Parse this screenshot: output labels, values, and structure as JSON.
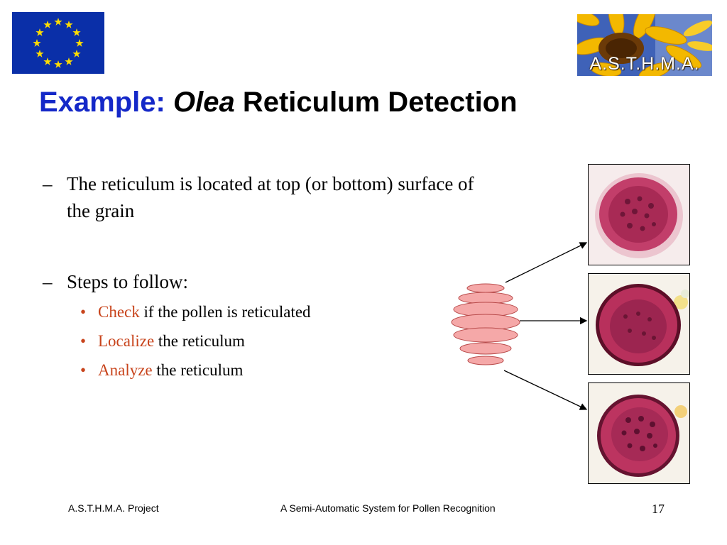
{
  "header": {
    "logo_text": "A.S.T.H.M.A."
  },
  "title": {
    "prefix": "Example:",
    "italic": "Olea",
    "rest": "Reticulum Detection"
  },
  "content": {
    "bullet1": {
      "marker": "–",
      "text": "The reticulum is located at top (or bottom) surface of the grain"
    },
    "bullet2": {
      "marker": "–",
      "text": "Steps to follow:"
    },
    "sub_items": [
      {
        "highlight": "Check",
        "rest": " if the pollen is reticulated"
      },
      {
        "highlight": "Localize",
        "rest": " the reticulum"
      },
      {
        "highlight": "Analyze",
        "rest": " the reticulum"
      }
    ],
    "sub_marker": "•"
  },
  "footer": {
    "left": "A.S.T.H.M.A. Project",
    "center": "A Semi-Automatic System for Pollen Recognition",
    "page": "17"
  },
  "colors": {
    "title_blue": "#1428c8",
    "highlight_red": "#c8441c",
    "flag_blue": "#0a2fa8",
    "slice_fill": "#f5a8a8"
  }
}
